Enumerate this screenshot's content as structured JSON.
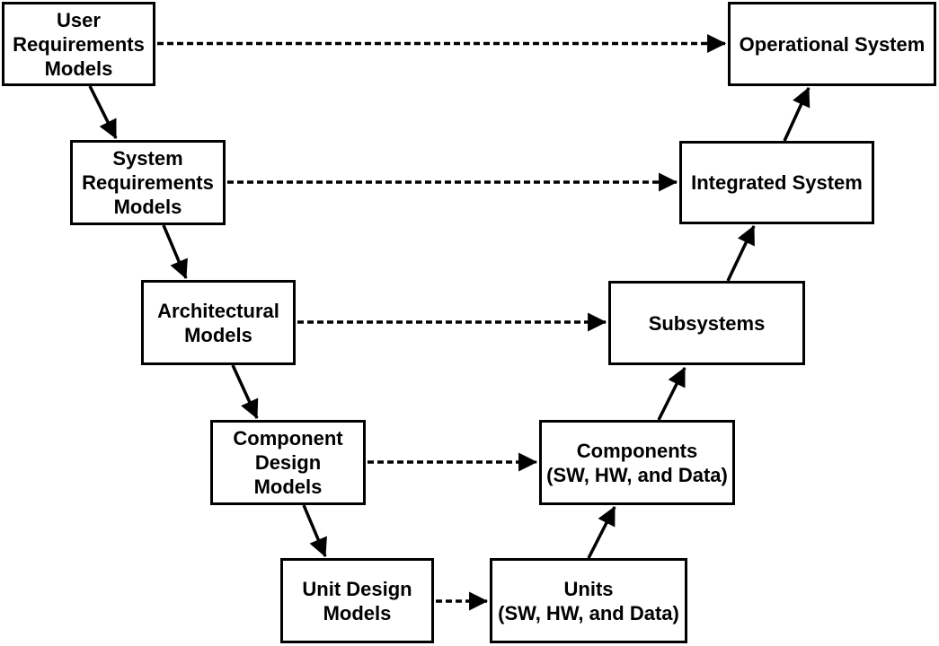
{
  "diagram": {
    "type": "v-model-process-diagram",
    "nodes": {
      "user_requirements_models": {
        "label": "User\nRequirements\nModels"
      },
      "system_requirements_models": {
        "label": "System\nRequirements\nModels"
      },
      "architectural_models": {
        "label": "Architectural\nModels"
      },
      "component_design_models": {
        "label": "Component\nDesign\nModels"
      },
      "unit_design_models": {
        "label": "Unit Design\nModels"
      },
      "units": {
        "label": "Units\n(SW, HW, and Data)"
      },
      "components": {
        "label": "Components\n(SW, HW, and Data)"
      },
      "subsystems": {
        "label": "Subsystems"
      },
      "integrated_system": {
        "label": "Integrated System"
      },
      "operational_system": {
        "label": "Operational System"
      }
    },
    "edges": [
      {
        "from": "user_requirements_models",
        "to": "system_requirements_models",
        "style": "solid"
      },
      {
        "from": "system_requirements_models",
        "to": "architectural_models",
        "style": "solid"
      },
      {
        "from": "architectural_models",
        "to": "component_design_models",
        "style": "solid"
      },
      {
        "from": "component_design_models",
        "to": "unit_design_models",
        "style": "solid"
      },
      {
        "from": "unit_design_models",
        "to": "units",
        "style": "dashed"
      },
      {
        "from": "units",
        "to": "components",
        "style": "solid"
      },
      {
        "from": "components",
        "to": "subsystems",
        "style": "solid"
      },
      {
        "from": "subsystems",
        "to": "integrated_system",
        "style": "solid"
      },
      {
        "from": "integrated_system",
        "to": "operational_system",
        "style": "solid"
      },
      {
        "from": "user_requirements_models",
        "to": "operational_system",
        "style": "dashed"
      },
      {
        "from": "system_requirements_models",
        "to": "integrated_system",
        "style": "dashed"
      },
      {
        "from": "architectural_models",
        "to": "subsystems",
        "style": "dashed"
      },
      {
        "from": "component_design_models",
        "to": "components",
        "style": "dashed"
      }
    ],
    "colors": {
      "background": "#ffffff",
      "box_fill": "#ffffff",
      "box_border": "#000000",
      "line": "#000000",
      "text": "#000000"
    }
  }
}
